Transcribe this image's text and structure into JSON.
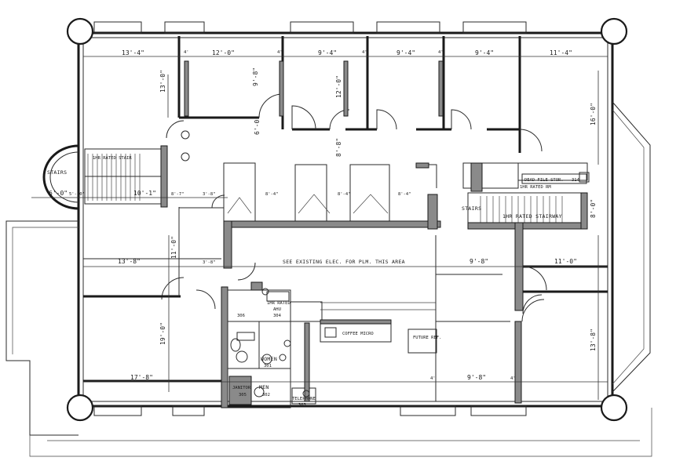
{
  "dimensions": {
    "row1": [
      "13'-4\"",
      "12'-0\"",
      "9'-4\"",
      "9'-4\"",
      "9'-4\"",
      "11'-4\""
    ],
    "row1_stubs": [
      "4'",
      "4'",
      "4'",
      "4'"
    ],
    "vertical_top": [
      "13'-0\"",
      "9'-8\"",
      "12'-0\"",
      "6'-0\"",
      "8'-8\"",
      "16'-0\""
    ],
    "stair_row": [
      "6'-0\"",
      "5'-10\"",
      "10'-1\"",
      "8'-7\"",
      "3'-8\"",
      "8'-4\"",
      "8'-4\"",
      "8'-4\""
    ],
    "middle": [
      "13'-8\"",
      "3'-8\"",
      "9'-8\"",
      "11'-0\"",
      "8'-0\""
    ],
    "bottom": [
      "17'-8\"",
      "9'-8\"",
      "4'",
      "4'"
    ],
    "vertical_bottom": [
      "11'-0\"",
      "19'-0\"",
      "13'-8\""
    ]
  },
  "labels": {
    "stairs_left": "STAIRS",
    "stairs_right": "STAIRS",
    "rated_stair": "1HR RATED STAIRWAY",
    "stair_note_1": "1HR RATED STAIR",
    "stair_note_2": "1HR RATED RM",
    "dead_file": "DEAD FILE STOR.",
    "room_tag_dead_file": "314",
    "see_existing": "SEE EXISTING ELEC. FOR PLM. THIS AREA",
    "coffee": "COFFEE  MICRO",
    "future_ref": "FUTURE REF.",
    "women": "WOMEN",
    "men": "MEN",
    "janitor": "JANITOR",
    "telephone": "TELEPHONE",
    "ahu": "AHU",
    "one_hr_rated": "1HR RATED",
    "room_tag_women": "301",
    "room_tag_men": "302",
    "room_tag_tel": "303",
    "room_tag_ahu": "304",
    "room_tag_jan": "305",
    "room_tag_misc": "306"
  }
}
